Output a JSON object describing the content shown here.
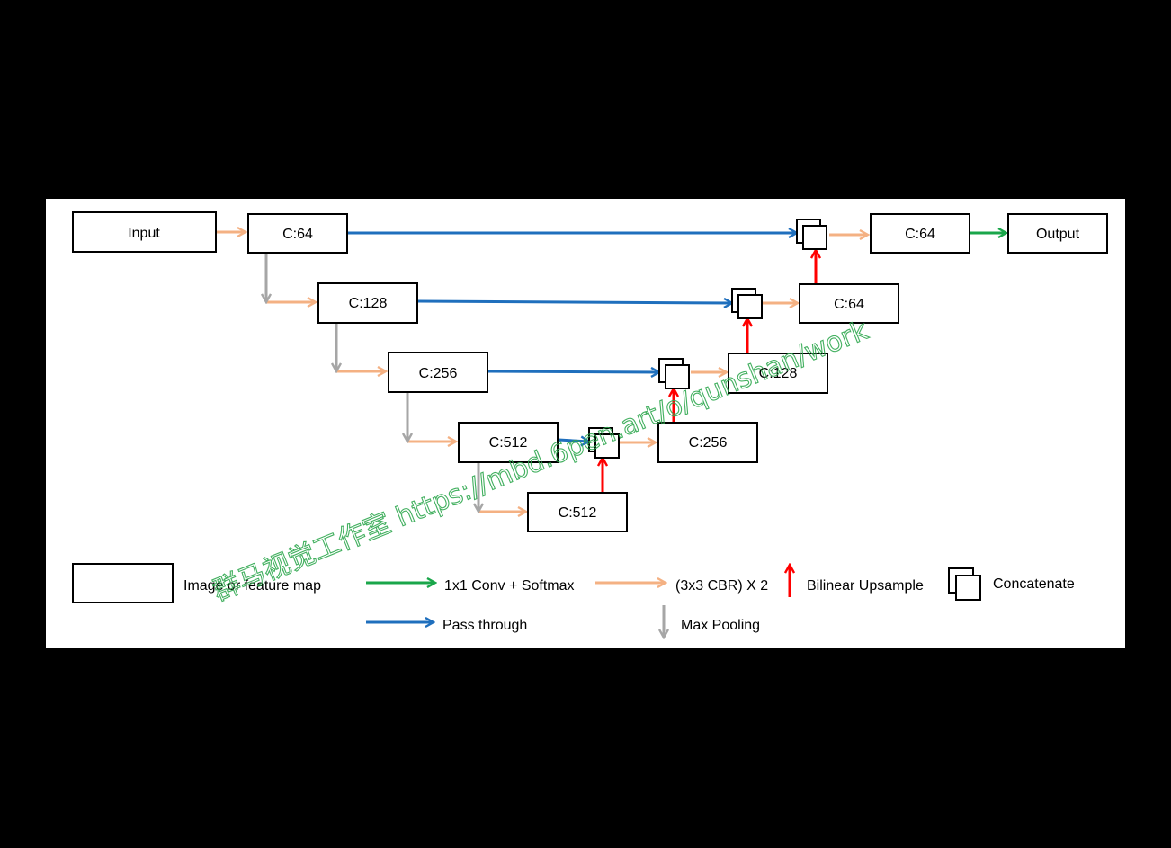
{
  "colors": {
    "background": "#000000",
    "panel": "#ffffff",
    "green": "#1aa64a",
    "orange": "#f4b183",
    "red": "#ff0000",
    "blue": "#1f6fbd",
    "gray": "#a6a6a6",
    "watermark": "#2fa84f"
  },
  "nodes": {
    "input": "Input",
    "enc1": "C:64",
    "enc2": "C:128",
    "enc3": "C:256",
    "enc4": "C:512",
    "bottleneck": "C:512",
    "dec4": "C:256",
    "dec3": "C:128",
    "dec2": "C:64",
    "dec1": "C:64",
    "output": "Output"
  },
  "legend": {
    "image_or_feature_map": "Image or feature map",
    "conv_softmax": "1x1 Conv + Softmax",
    "cbr_x2": "(3x3 CBR) X 2",
    "bilinear_upsample": "Bilinear Upsample",
    "concatenate": "Concatenate",
    "pass_through": "Pass through",
    "max_pooling": "Max Pooling"
  },
  "watermark": "群马视觉工作室 https://mbd.6pen.art/o/qunshan/work"
}
